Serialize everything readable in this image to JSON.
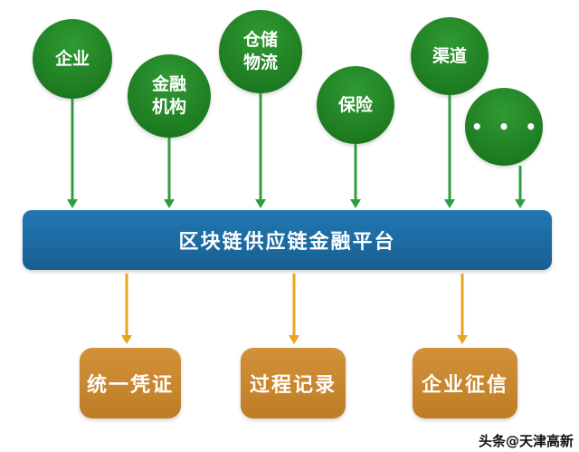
{
  "sources": [
    {
      "label": "企业"
    },
    {
      "label": "金融\n机构"
    },
    {
      "label": "仓储\n物流"
    },
    {
      "label": "保险"
    },
    {
      "label": "渠道"
    },
    {
      "label": "• • •"
    }
  ],
  "platform": {
    "label": "区块链供应链金融平台"
  },
  "outputs": [
    {
      "label": "统一凭证"
    },
    {
      "label": "过程记录"
    },
    {
      "label": "企业征信"
    }
  ],
  "watermark": "头条@天津高新",
  "colors": {
    "circle_green": "#1e7c21",
    "arrow_green": "#2f9e41",
    "platform_blue": "#1c6ba2",
    "arrow_orange": "#e8a41f",
    "box_orange": "#c8862e"
  }
}
